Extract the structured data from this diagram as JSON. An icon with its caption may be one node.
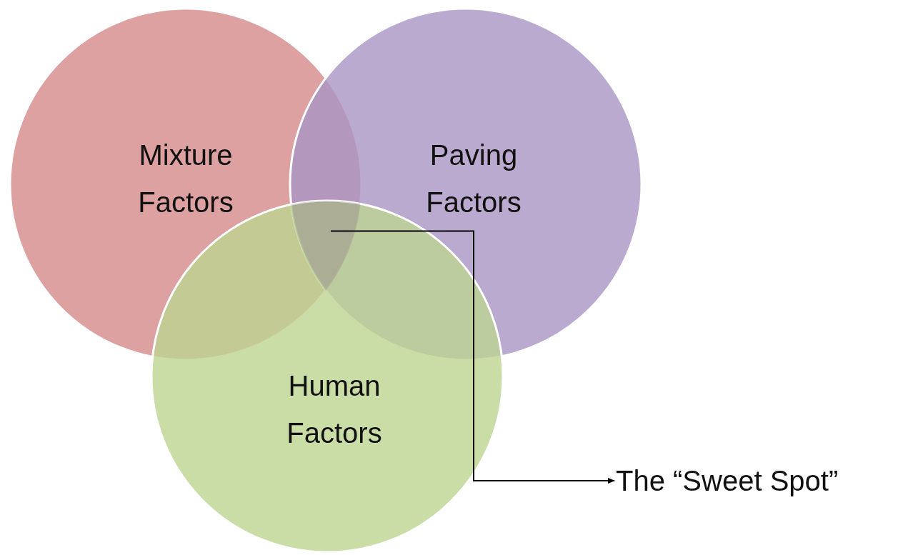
{
  "diagram": {
    "nodes": [
      {
        "text": [
          "Mixture Factors"
        ]
      },
      {
        "text": [
          "Paving Factors"
        ]
      },
      {
        "text": [
          "Human Factors"
        ]
      },
      {
        "text": [],
        "shape": "region"
      },
      {
        "text": [
          "The “Sweet Spot”"
        ]
      }
    ],
    "edges": [
      {
        "from": 3,
        "to": 4,
        "arrow": "to"
      }
    ]
  }
}
